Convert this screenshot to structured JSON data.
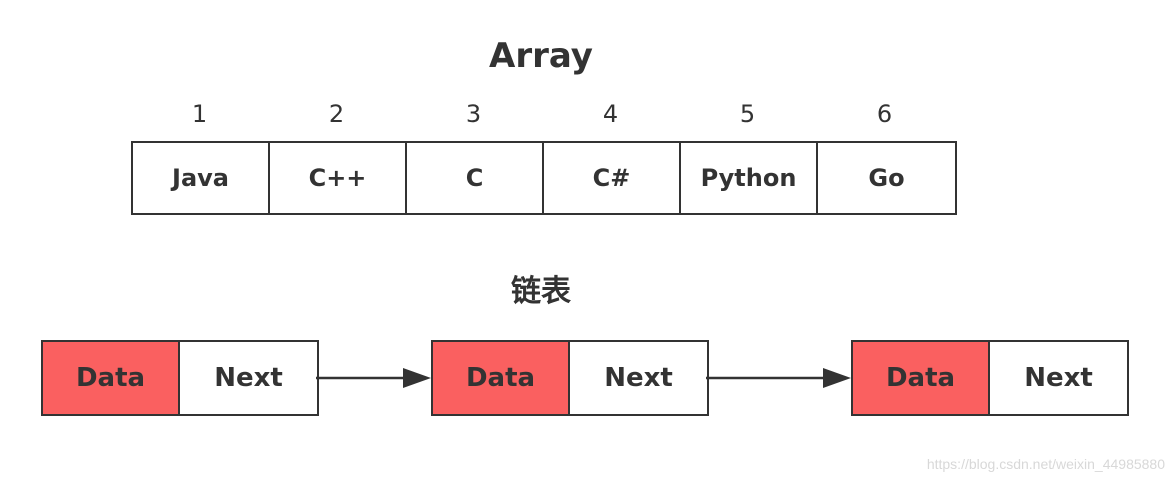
{
  "array": {
    "title": "Array",
    "indices": [
      "1",
      "2",
      "3",
      "4",
      "5",
      "6"
    ],
    "cells": [
      "Java",
      "C++",
      "C",
      "C#",
      "Python",
      "Go"
    ]
  },
  "linked_list": {
    "title": "链表",
    "nodes": [
      {
        "data": "Data",
        "next": "Next"
      },
      {
        "data": "Data",
        "next": "Next"
      },
      {
        "data": "Data",
        "next": "Next"
      }
    ]
  },
  "colors": {
    "data_fill": "#fa6060",
    "stroke": "#333333"
  },
  "watermark": "https://blog.csdn.net/weixin_44985880"
}
